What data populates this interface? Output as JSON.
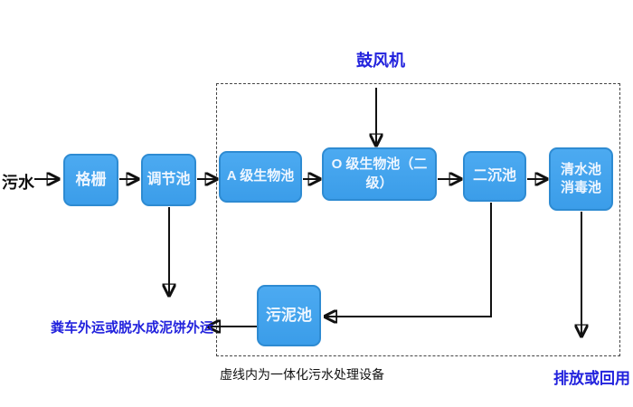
{
  "diagram": {
    "note": "虚线内为一体化污水处理设备",
    "labels": {
      "influent": "污水",
      "blower": "鼓风机",
      "sludge_disposal": "粪车外运或脱水成泥饼外运",
      "discharge": "排放或回用"
    },
    "nodes": {
      "bar_screen": "格栅",
      "regulating_tank": "调节池",
      "a_bio_tank": "A 级生物池",
      "o_bio_tank": "O 级生物池（二级）",
      "secondary_clarifier": "二沉池",
      "clear_water_tank_line1": "清水池",
      "clear_water_tank_line2": "消毒池",
      "sludge_tank": "污泥池"
    },
    "edges": [
      {
        "from": "污水",
        "to": "格栅"
      },
      {
        "from": "格栅",
        "to": "调节池"
      },
      {
        "from": "调节池",
        "to": "A 级生物池"
      },
      {
        "from": "A 级生物池",
        "to": "O 级生物池（二级）"
      },
      {
        "from": "O 级生物池（二级）",
        "to": "二沉池"
      },
      {
        "from": "二沉池",
        "to": "清水池 消毒池"
      },
      {
        "from": "鼓风机",
        "to": "O 级生物池（二级）"
      },
      {
        "from": "调节池",
        "to": "粪车外运或脱水成泥饼外运"
      },
      {
        "from": "二沉池",
        "to": "污泥池"
      },
      {
        "from": "污泥池",
        "to": "粪车外运或脱水成泥饼外运"
      },
      {
        "from": "清水池 消毒池",
        "to": "排放或回用"
      }
    ],
    "colors": {
      "box_fill": "#3fa2ee",
      "box_border": "#2e8bd2",
      "box_text": "#eef6ff",
      "accent_text": "#2222dd",
      "arrow_line": "#111111",
      "background": "#ffffff"
    }
  }
}
